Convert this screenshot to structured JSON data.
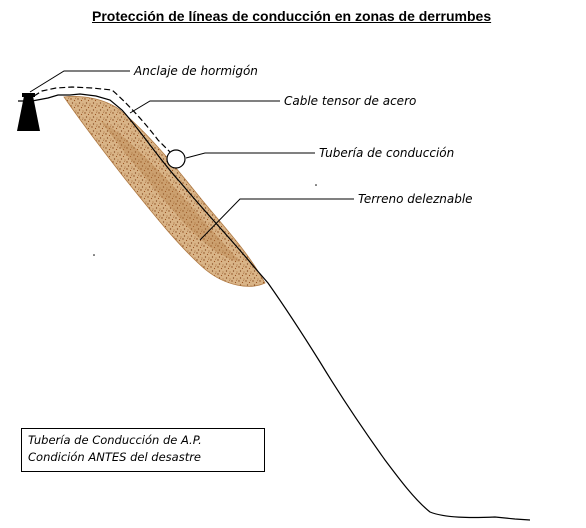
{
  "title": "Protección de líneas de conducción en zonas de derrumbes",
  "labels": {
    "anchor": "Anclaje de hormigón",
    "cable": "Cable tensor de acero",
    "pipe": "Tubería de conducción",
    "soil": "Terreno deleznable"
  },
  "note": {
    "line1": "Tubería de Conducción de A.P.",
    "line2": "Condición ANTES del desastre"
  },
  "colors": {
    "soil_fill": "#c79760",
    "soil_speckle": "#8a4a1c",
    "line": "#000000"
  }
}
